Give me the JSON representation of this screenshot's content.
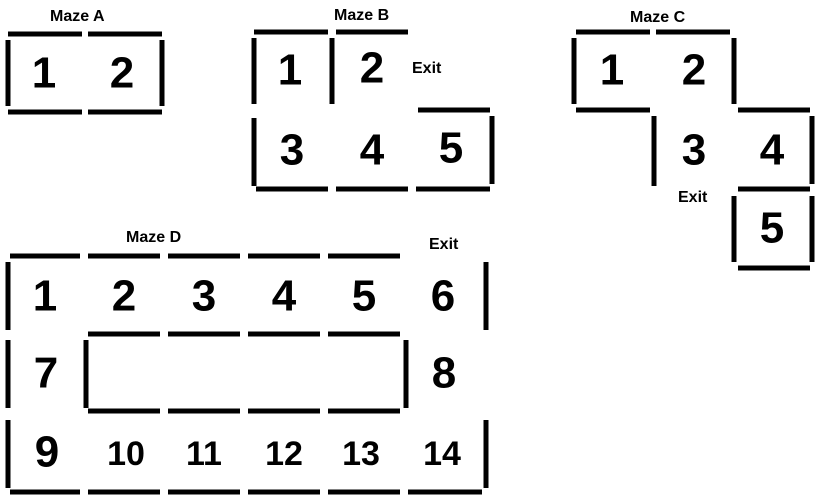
{
  "colors": {
    "wall": "#000000",
    "text": "#000000",
    "background": "#ffffff"
  },
  "mazes": [
    {
      "id": "a",
      "title": "Maze A",
      "cells": [
        "1",
        "2"
      ],
      "exit": ""
    },
    {
      "id": "b",
      "title": "Maze B",
      "cells": [
        "1",
        "2",
        "3",
        "4",
        "5"
      ],
      "exit": "Exit"
    },
    {
      "id": "c",
      "title": "Maze C",
      "cells": [
        "1",
        "2",
        "3",
        "4",
        "5"
      ],
      "exit": "Exit"
    },
    {
      "id": "d",
      "title": "Maze D",
      "cells": [
        "1",
        "2",
        "3",
        "4",
        "5",
        "6",
        "7",
        "8",
        "9",
        "10",
        "11",
        "12",
        "13",
        "14"
      ],
      "exit": "Exit"
    }
  ]
}
